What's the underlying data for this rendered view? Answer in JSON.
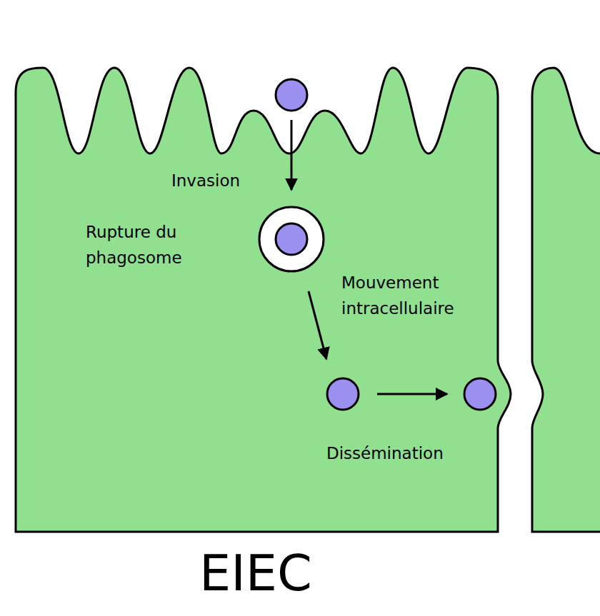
{
  "diagram": {
    "caption": "EIEC",
    "nodes": [
      {
        "text": [
          "Invasion",
          "Rupture du phagosome",
          "Mouvement intracellulaire",
          "Dissémination"
        ]
      }
    ]
  }
}
